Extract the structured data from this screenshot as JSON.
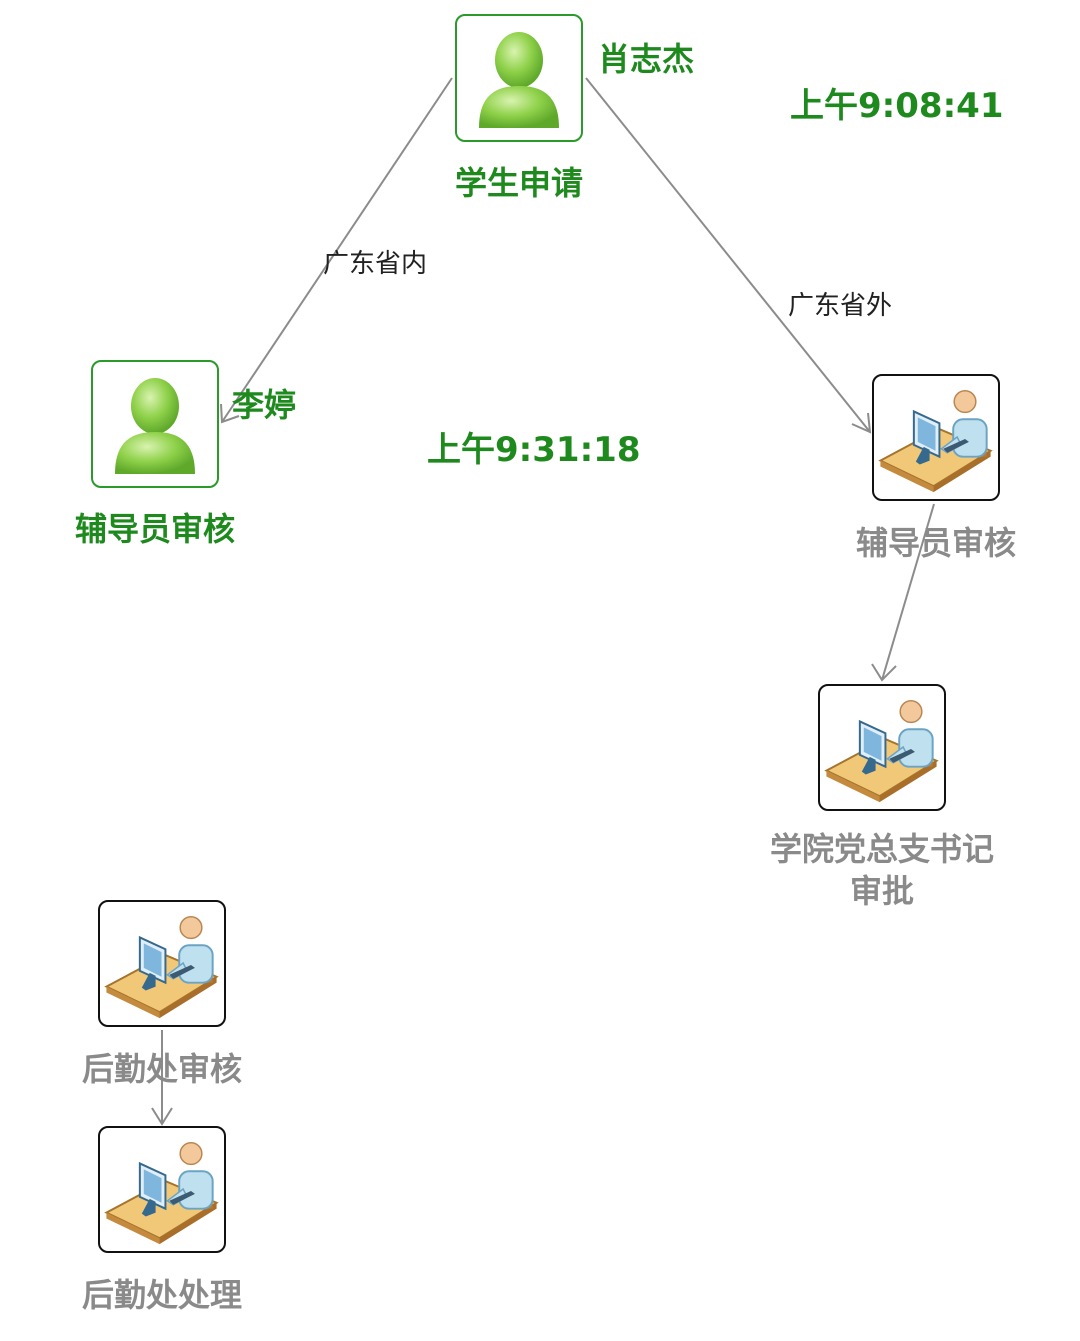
{
  "colors": {
    "done": "#1e8a1e",
    "pending": "#8a8a8a",
    "edge": "#8c8c8c"
  },
  "nodes": {
    "student_apply": {
      "label": "学生申请",
      "assignee": "肖志杰",
      "time": "上午9:08:41",
      "status": "done",
      "icon": "user-icon"
    },
    "counselor_left": {
      "label": "辅导员审核",
      "assignee": "李婷",
      "time": "上午9:31:18",
      "status": "done",
      "icon": "user-icon"
    },
    "counselor_right": {
      "label": "辅导员审核",
      "status": "pending",
      "icon": "office-worker-icon"
    },
    "college_secretary": {
      "label_line1": "学院党总支书记",
      "label_line2": "审批",
      "status": "pending",
      "icon": "office-worker-icon"
    },
    "logistics_review": {
      "label": "后勤处审核",
      "status": "pending",
      "icon": "office-worker-icon"
    },
    "logistics_process": {
      "label": "后勤处处理",
      "status": "pending",
      "icon": "office-worker-icon"
    }
  },
  "edges": {
    "in_province": {
      "label": "广东省内"
    },
    "out_province": {
      "label": "广东省外"
    }
  }
}
